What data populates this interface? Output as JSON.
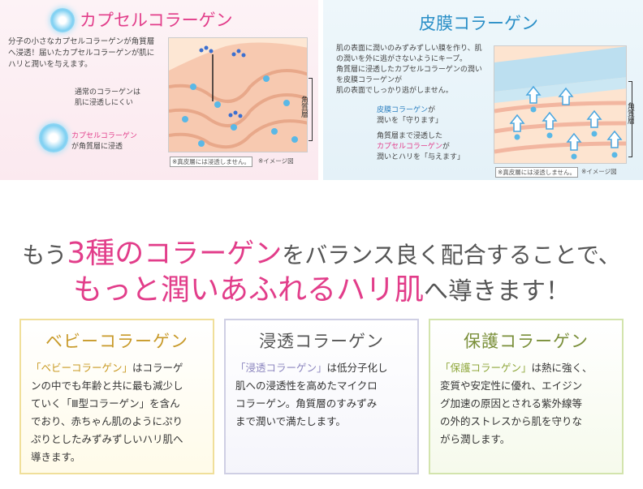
{
  "capsule": {
    "title": "カプセルコラーゲン",
    "desc": [
      "分子の小さなカプセルコラーゲンが角質層",
      "へ浸透！届いたカプセルコラーゲンが肌に",
      "ハリと潤いを与えます。"
    ],
    "normal_note": [
      "通常のコラーゲンは",
      "肌に浸透しにくい"
    ],
    "capsule_note_kw": "カプセルコラーゲン",
    "capsule_note_rest": "が角質層に浸透",
    "foot_note": "※真皮層には浸透しません。",
    "image_note": "※イメージ図",
    "layer_label": "角質層"
  },
  "film": {
    "title": "皮膜コラーゲン",
    "desc": [
      "肌の表面に潤いのみずみずしい膜を作り、肌",
      "の潤いを外に逃がさないようにキープ。",
      "角質層に浸透したカプセルコラーゲンの潤い",
      "を皮膜コラーゲンが",
      "肌の表面でしっかり逃がしません。"
    ],
    "film_note_kw": "皮膜コラーゲン",
    "film_note_rest1": "が",
    "film_note_rest2": "潤いを「守ります」",
    "capsule_note1": "角質層まで浸透した",
    "capsule_note_kw": "カプセルコラーゲン",
    "capsule_note_rest1": "が",
    "capsule_note_rest2": "潤いとハリを「与えます」",
    "foot_note": "※真皮層には浸透しません。",
    "image_note": "※イメージ図",
    "layer_label": "角質層"
  },
  "headline": {
    "l1_pre": "もう",
    "l1_num": "3種の",
    "l1_kw": "コラーゲン",
    "l1_post": "をバランス良く配合することで、",
    "l2_kw": "もっと潤いあふれるハリ肌",
    "l2_post": "へ導きます！"
  },
  "cards": [
    {
      "title": "ベビーコラーゲン",
      "kw": "「ベビーコラーゲン」",
      "lines": [
        "はコラーゲ",
        "ンの中でも年齢と共に最も減少し",
        "ていく「Ⅲ型コラーゲン」を含ん",
        "でおり、赤ちゃん肌のようにぷり",
        "ぷりとしたみずみずしいハリ肌へ",
        "導きます。"
      ]
    },
    {
      "title": "浸透コラーゲン",
      "kw": "「浸透コラーゲン」",
      "lines": [
        "は低分子化し",
        "肌への浸透性を高めたマイクロ",
        "コラーゲン。角質層のすみずみ",
        "まで潤いで満たします。"
      ]
    },
    {
      "title": "保護コラーゲン",
      "kw": "「保護コラーゲン」",
      "lines": [
        "は熱に強く、",
        "変質や安定性に優れ、エイジン",
        "グ加速の原因とされる紫外線等",
        "の外的ストレスから肌を守りな",
        "がら潤します。"
      ]
    }
  ],
  "colors": {
    "pink": "#e23d8a",
    "blue": "#2a8fc7",
    "gold": "#c99a23",
    "lavender": "#8c86bf",
    "green": "#8fa73c"
  }
}
